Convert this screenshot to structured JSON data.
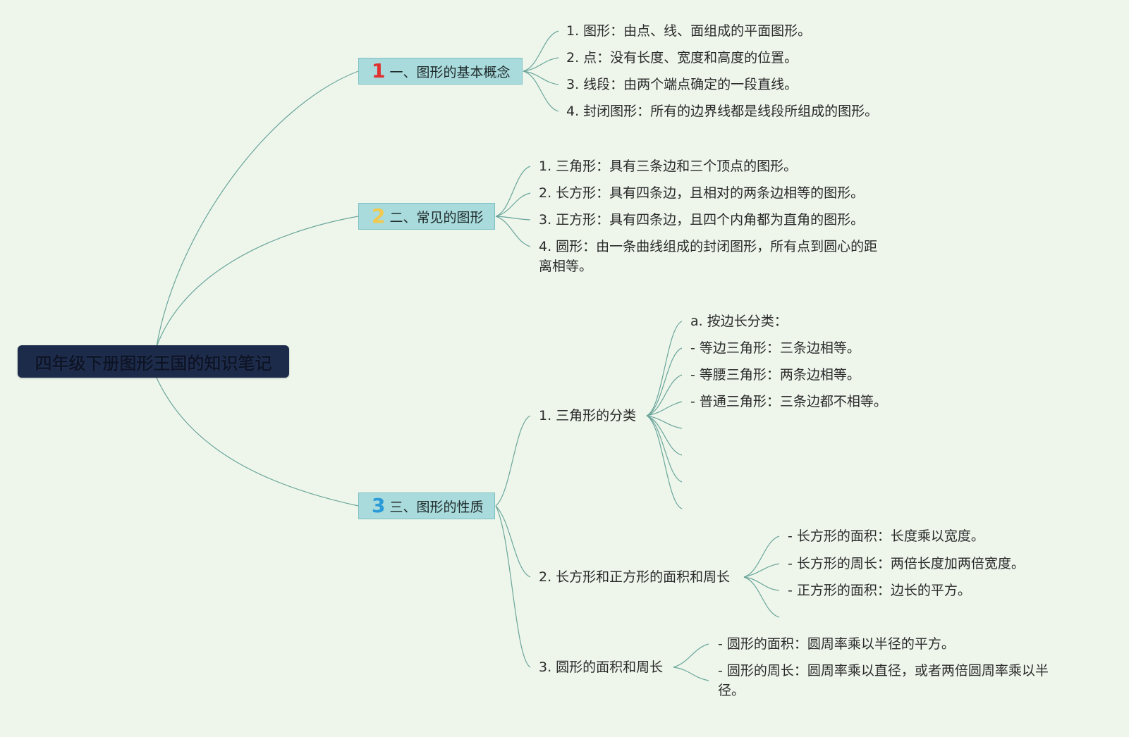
{
  "root": {
    "title": "四年级下册图形王国的知识笔记"
  },
  "colors": {
    "background": "#eef6ec",
    "root": "#1d2b4b",
    "branch": "#a9dadc",
    "line": "#6aa59a",
    "num1": "#e0312f",
    "num2": "#f2c94c",
    "num3": "#2a9bd8"
  },
  "branches": [
    {
      "num": "1",
      "label": "一、图形的基本概念",
      "items": [
        "1. 图形：由点、线、面组成的平面图形。",
        "2. 点：没有长度、宽度和高度的位置。",
        "3. 线段：由两个端点确定的一段直线。",
        "4. 封闭图形：所有的边界线都是线段所组成的图形。"
      ]
    },
    {
      "num": "2",
      "label": "二、常见的图形",
      "items": [
        "1. 三角形：具有三条边和三个顶点的图形。",
        "2. 长方形：具有四条边，且相对的两条边相等的图形。",
        "3. 正方形：具有四条边，且四个内角都为直角的图形。",
        "4. 圆形：由一条曲线组成的封闭图形，所有点到圆心的距离相等。"
      ]
    },
    {
      "num": "3",
      "label": "三、图形的性质",
      "subs": [
        {
          "label": "1. 三角形的分类",
          "items": [
            "a. 按边长分类：",
            "- 等边三角形：三条边相等。",
            "- 等腰三角形：两条边相等。",
            "- 普通三角形：三条边都不相等。"
          ]
        },
        {
          "label": "2. 长方形和正方形的面积和周长",
          "items": [
            "- 长方形的面积：长度乘以宽度。",
            "- 长方形的周长：两倍长度加两倍宽度。",
            "- 正方形的面积：边长的平方。"
          ]
        },
        {
          "label": "3. 圆形的面积和周长",
          "items": [
            "- 圆形的面积：圆周率乘以半径的平方。",
            "- 圆形的周长：圆周率乘以直径，或者两倍圆周率乘以半径。"
          ]
        }
      ]
    }
  ]
}
